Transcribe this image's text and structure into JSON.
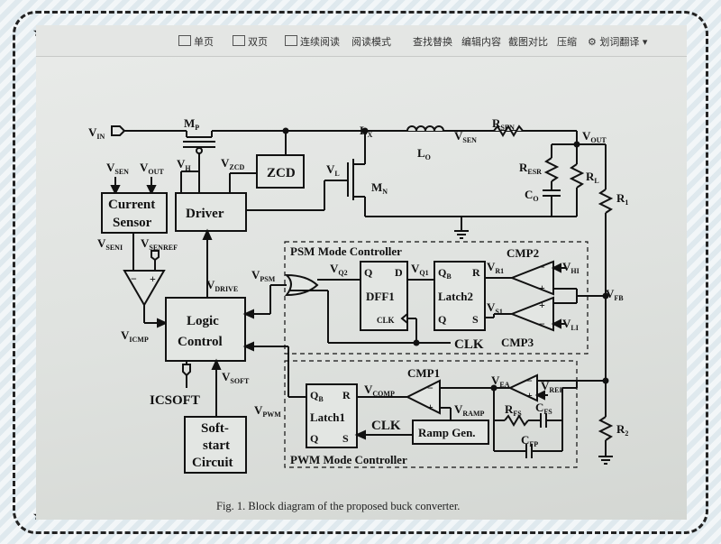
{
  "toolbar": {
    "items": [
      "单页",
      "双页",
      "连续阅读",
      "阅读模式",
      "查找替换",
      "编辑内容",
      "截图对比",
      "压缩",
      "划词翻译"
    ]
  },
  "caption": "Fig. 1.   Block diagram of the proposed buck converter.",
  "diagram": {
    "blocks": {
      "current_sensor": [
        "Current",
        "Sensor"
      ],
      "driver": "Driver",
      "zcd": "ZCD",
      "logic_control": [
        "Logic",
        "Control"
      ],
      "soft_start": [
        "Soft-",
        "start",
        "Circuit"
      ],
      "dff1": "DFF1",
      "latch2": "Latch2",
      "latch1": "Latch1",
      "ramp_gen": "Ramp Gen."
    },
    "controllers": {
      "psm": "PSM Mode Controller",
      "pwm": "PWM Mode Controller"
    },
    "comparators": {
      "cmp1": "CMP1",
      "cmp2": "CMP2",
      "cmp3": "CMP3"
    },
    "pins": {
      "q": "Q",
      "d": "D",
      "r": "R",
      "s": "S",
      "qb": "Q",
      "qb_sub": "B",
      "clk_pin": "CLK"
    },
    "signals": {
      "vin": {
        "main": "V",
        "sub": "IN"
      },
      "mp": {
        "main": "M",
        "sub": "P"
      },
      "lx": {
        "main": "L",
        "sub": "X"
      },
      "lo": {
        "main": "L",
        "sub": "O"
      },
      "vsen_top": {
        "main": "V",
        "sub": "SEN"
      },
      "rsen": {
        "main": "R",
        "sub": "SEN"
      },
      "vout_top": {
        "main": "V",
        "sub": "OUT"
      },
      "vsen_cs": {
        "main": "V",
        "sub": "SEN"
      },
      "vout_cs": {
        "main": "V",
        "sub": "OUT"
      },
      "vh": {
        "main": "V",
        "sub": "H"
      },
      "vzcd": {
        "main": "V",
        "sub": "ZCD"
      },
      "vl": {
        "main": "V",
        "sub": "L"
      },
      "mn": {
        "main": "M",
        "sub": "N"
      },
      "resr": {
        "main": "R",
        "sub": "ESR"
      },
      "co": {
        "main": "C",
        "sub": "O"
      },
      "rl": {
        "main": "R",
        "sub": "L"
      },
      "r1": {
        "main": "R",
        "sub": "1"
      },
      "r2": {
        "main": "R",
        "sub": "2"
      },
      "vseni": {
        "main": "V",
        "sub": "SENI"
      },
      "vsenref": {
        "main": "V",
        "sub": "SENREF"
      },
      "vicmp": {
        "main": "V",
        "sub": "ICMP"
      },
      "vdrive": {
        "main": "V",
        "sub": "DRIVE"
      },
      "vpsm": {
        "main": "V",
        "sub": "PSM"
      },
      "vq2": {
        "main": "V",
        "sub": "Q2"
      },
      "vq1": {
        "main": "V",
        "sub": "Q1"
      },
      "vr1": {
        "main": "V",
        "sub": "R1"
      },
      "vs1": {
        "main": "V",
        "sub": "S1"
      },
      "vhi": {
        "main": "V",
        "sub": "HI"
      },
      "vli": {
        "main": "V",
        "sub": "LI"
      },
      "vfb": {
        "main": "V",
        "sub": "FB"
      },
      "vsoft": {
        "main": "V",
        "sub": "SOFT"
      },
      "vpwm": {
        "main": "V",
        "sub": "PWM"
      },
      "vcomp": {
        "main": "V",
        "sub": "COMP"
      },
      "vramp": {
        "main": "V",
        "sub": "RAMP"
      },
      "vea": {
        "main": "V",
        "sub": "EA"
      },
      "vref": {
        "main": "V",
        "sub": "REF"
      },
      "rfs": {
        "main": "R",
        "sub": "FS"
      },
      "cfs": {
        "main": "C",
        "sub": "FS"
      },
      "cfp": {
        "main": "C",
        "sub": "FP"
      },
      "icsoft": "ICSOFT",
      "clk_psm": "CLK",
      "clk_pwm": "CLK"
    }
  }
}
